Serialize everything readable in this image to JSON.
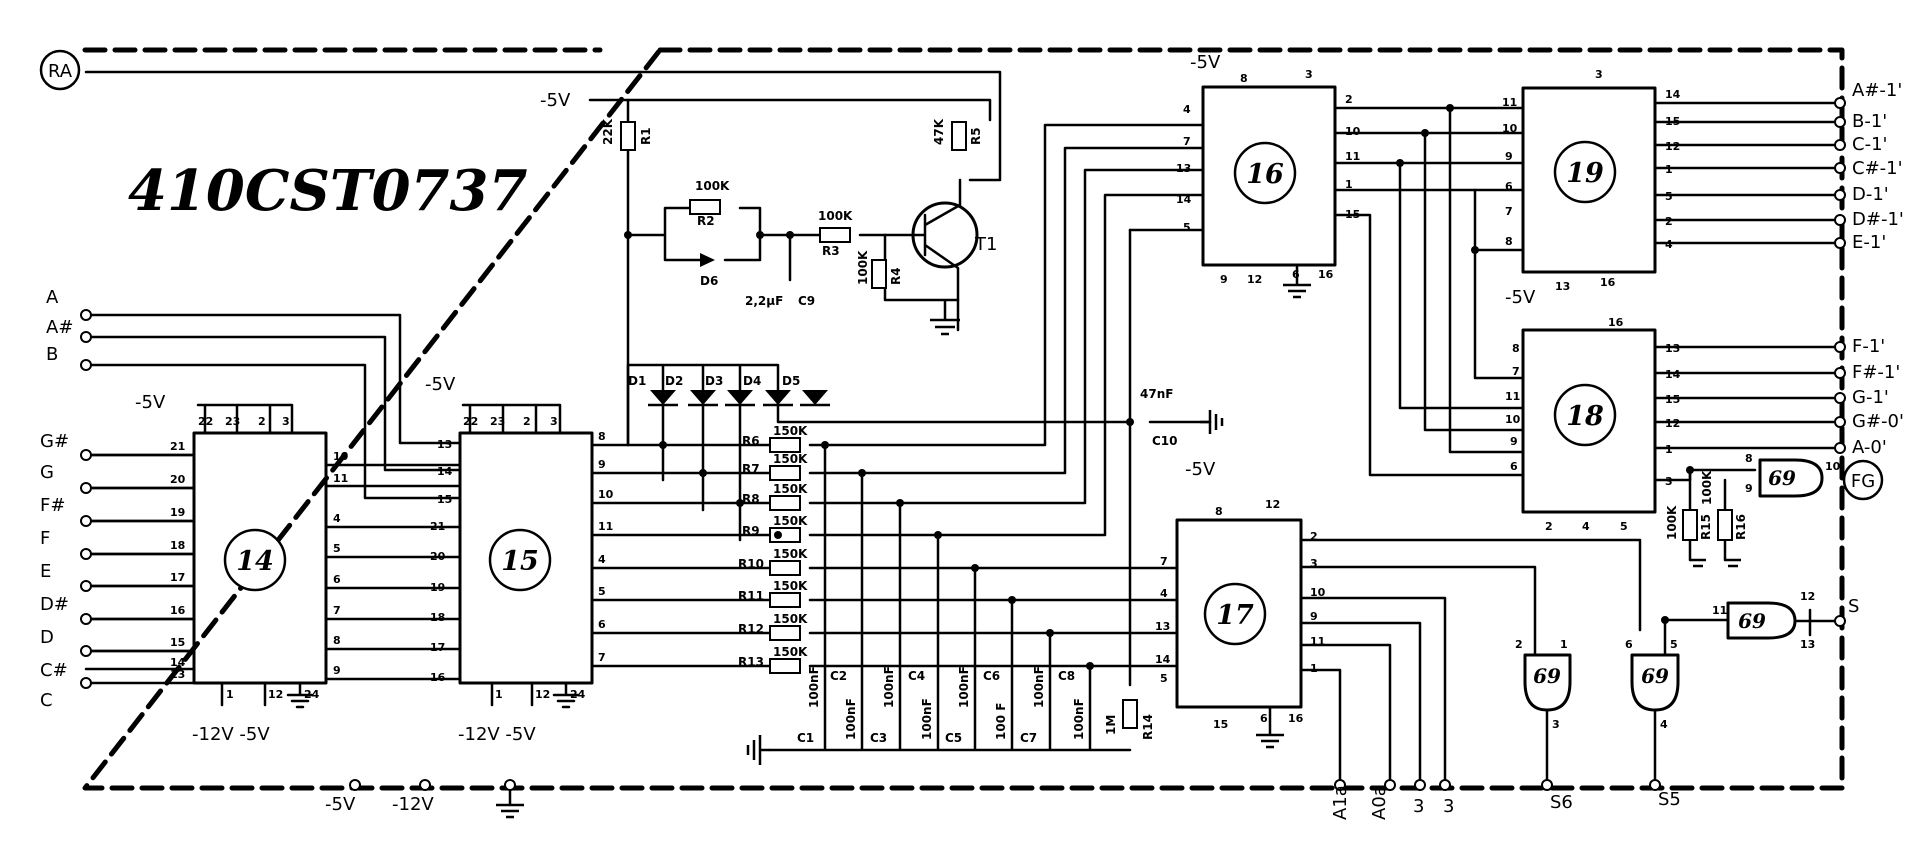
{
  "title": "410CST0737",
  "connectors": {
    "ra": "RA",
    "fg": "FG",
    "inputs_left": [
      "A",
      "A#",
      "B"
    ],
    "notes_left": [
      "G#",
      "G",
      "F#",
      "F",
      "E",
      "D#",
      "D",
      "C#",
      "C"
    ],
    "outputs_right_top": [
      "A#-1'",
      "B-1'",
      "C-1'",
      "C#-1'",
      "D-1'",
      "D#-1'",
      "E-1'"
    ],
    "outputs_right_bottom": [
      "F-1'",
      "F#-1'",
      "G-1'",
      "G#-0'",
      "A-0'"
    ],
    "s_output": "S",
    "bottom_terminals": [
      "A1a",
      "A0a",
      "3",
      "3",
      "S6",
      "S5"
    ],
    "supply_bottom": [
      "-5V",
      "-12V"
    ]
  },
  "supply": {
    "neg5": "-5V",
    "chip14_bottom": "-12V -5V",
    "chip15_bottom": "-12V -5V"
  },
  "ics": {
    "c14": "14",
    "c15": "15",
    "c16": "16",
    "c17": "17",
    "c18": "18",
    "c19": "19"
  },
  "gates": [
    "69",
    "69",
    "69",
    "69"
  ],
  "transistor": "T1",
  "components": {
    "r1": [
      "22K",
      "R1"
    ],
    "r5": [
      "47K",
      "R5"
    ],
    "r2": [
      "100K",
      "R2"
    ],
    "r3": [
      "100K",
      "R3"
    ],
    "r4": [
      "100K",
      "R4"
    ],
    "d6": "D6",
    "c9": [
      "2,2µF",
      "C9"
    ],
    "diodes": [
      "D1",
      "D2",
      "D3",
      "D4",
      "D5"
    ],
    "c10": [
      "47nF",
      "C10"
    ],
    "r_ladder": [
      "R6",
      "R7",
      "R8",
      "R9",
      "R10",
      "R11",
      "R12",
      "R13"
    ],
    "r_ladder_value": "150K",
    "caps": [
      "C1",
      "C2",
      "C3",
      "C4",
      "C5",
      "C6",
      "C7",
      "C8"
    ],
    "cap_values": [
      "100nF",
      "100nF",
      "100nF",
      "100nF",
      "100nF",
      "100 F",
      "100nF",
      "100nF"
    ],
    "r14": [
      "1M",
      "R14"
    ],
    "r15": [
      "100K",
      "R15"
    ],
    "r16": [
      "100K",
      "R16"
    ]
  },
  "pins": {
    "c14_top": [
      "22",
      "23",
      "2",
      "3"
    ],
    "c14_left": [
      "21",
      "20",
      "19",
      "18",
      "17",
      "16",
      "15",
      "14",
      "13"
    ],
    "c14_right": [
      "10",
      "11",
      "4",
      "5",
      "6",
      "7",
      "8",
      "9"
    ],
    "c14_bottom": [
      "1",
      "12",
      "24"
    ],
    "c15_top": [
      "22",
      "23",
      "2",
      "3"
    ],
    "c15_left": [
      "13",
      "14",
      "15",
      "21",
      "20",
      "19",
      "18",
      "17",
      "16"
    ],
    "c15_right": [
      "8",
      "9",
      "10",
      "11",
      "4",
      "5",
      "6",
      "7"
    ],
    "c15_bottom": [
      "1",
      "12",
      "24"
    ],
    "c16_top": [
      "8",
      "3"
    ],
    "c16_left": [
      "4",
      "7",
      "13",
      "14",
      "5"
    ],
    "c16_right": [
      "2",
      "10",
      "11",
      "1",
      "15"
    ],
    "c16_bottom": [
      "9",
      "12",
      "6",
      "16"
    ],
    "c17_top": [
      "8",
      "12"
    ],
    "c17_left": [
      "7",
      "4",
      "13",
      "14",
      "5"
    ],
    "c17_right": [
      "2",
      "3",
      "10",
      "9",
      "11",
      "1"
    ],
    "c17_bottom": [
      "15",
      "6",
      "16"
    ],
    "c19_left": [
      "11",
      "10",
      "9",
      "6",
      "7",
      "8"
    ],
    "c19_right": [
      "14",
      "15",
      "12",
      "1",
      "5",
      "2",
      "4"
    ],
    "c19_bottom": [
      "13",
      "16"
    ],
    "c19_top": [
      "3"
    ],
    "c18_left": [
      "8",
      "7",
      "11",
      "10",
      "9",
      "6"
    ],
    "c18_right": [
      "13",
      "14",
      "15",
      "12",
      "1",
      "3"
    ],
    "c18_bottom": [
      "2",
      "4",
      "5"
    ],
    "c18_top": [
      "16"
    ],
    "g1": [
      "8",
      "9",
      "10"
    ],
    "g2": [
      "11",
      "12",
      "13"
    ],
    "g3": [
      "2",
      "1",
      "3"
    ],
    "g4": [
      "6",
      "5",
      "4"
    ]
  }
}
